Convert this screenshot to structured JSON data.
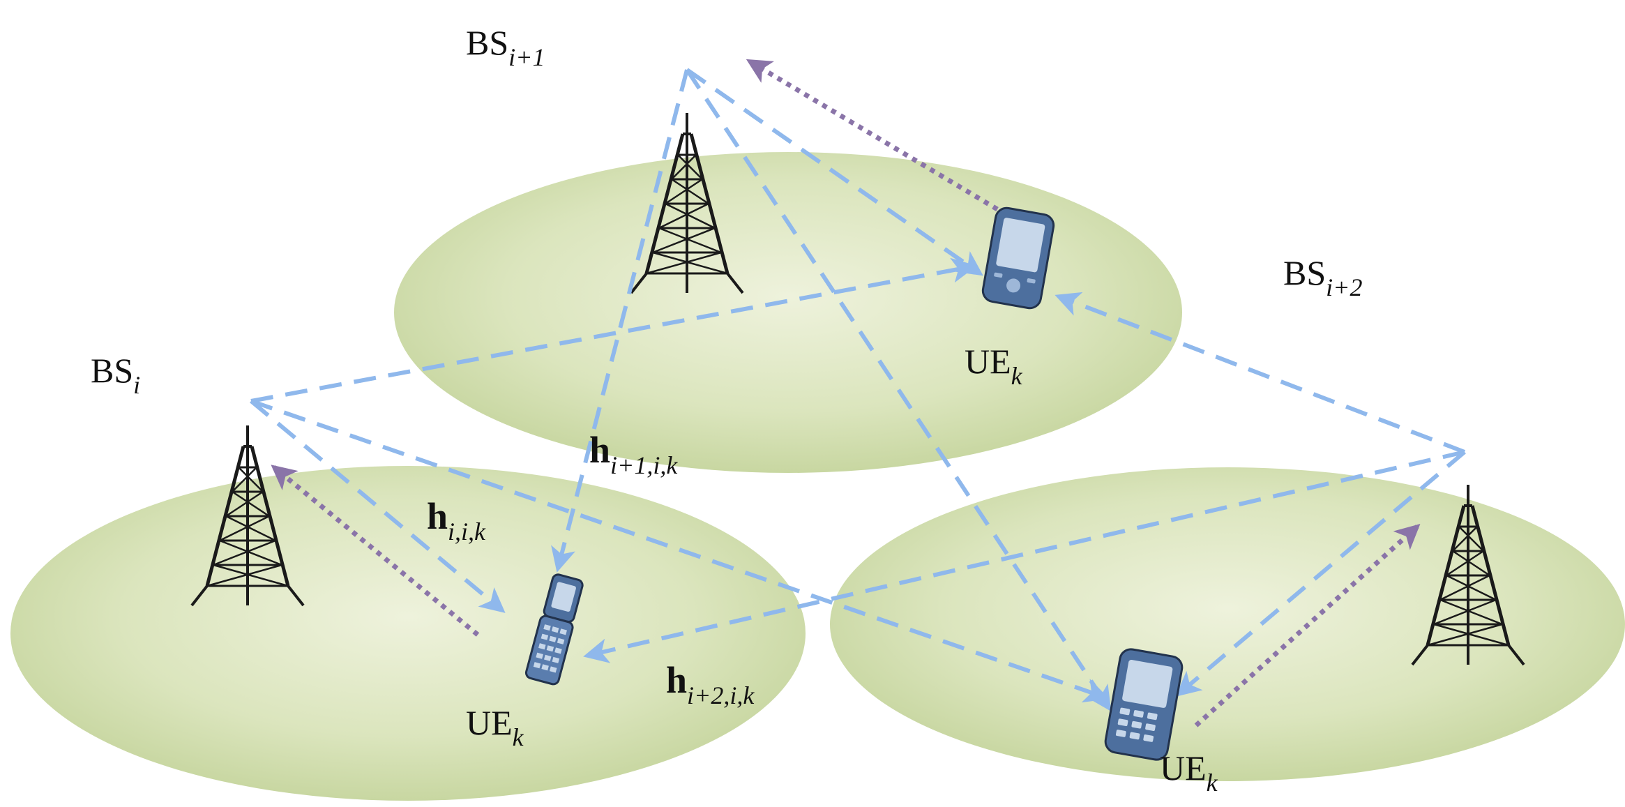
{
  "colors": {
    "cell_fill_light": "#eef2dc",
    "cell_fill_dark": "#c3d39a",
    "link_blue": "#8fb8ec",
    "feedback_purple": "#8a74a8",
    "tower": "#1a1a1a",
    "phone_body": "#4d6f9e",
    "phone_screen": "#c7d7ea"
  },
  "icons": [
    "tower-icon",
    "smartphone-icon",
    "flip-phone-icon",
    "pda-phone-icon"
  ],
  "labels": {
    "bs_i": {
      "main": "BS",
      "sub": "i"
    },
    "bs_i1": {
      "main": "BS",
      "sub": "i+1"
    },
    "bs_i2": {
      "main": "BS",
      "sub": "i+2"
    },
    "ue_top": {
      "main": "UE",
      "sub": "k"
    },
    "ue_left": {
      "main": "UE",
      "sub": "k"
    },
    "ue_right": {
      "main": "UE",
      "sub": "k"
    },
    "h_direct": {
      "main": "h",
      "sub": "i,i,k"
    },
    "h_from_i1": {
      "main": "h",
      "sub": "i+1,i,k"
    },
    "h_from_i2": {
      "main": "h",
      "sub": "i+2,i,k"
    }
  }
}
